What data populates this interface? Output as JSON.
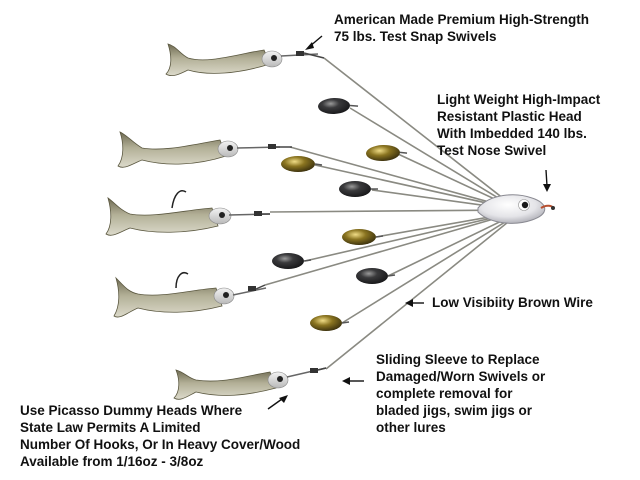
{
  "labels": {
    "swivels": [
      "American Made Premium High-Strength",
      "75 lbs. Test Snap Swivels"
    ],
    "head": [
      "Light Weight High-Impact",
      "Resistant Plastic Head",
      "With Imbedded  140 lbs.",
      "Test Nose Swivel"
    ],
    "wire": [
      "Low Visibiity Brown Wire"
    ],
    "sleeve": [
      "Sliding Sleeve to Replace",
      "Damaged/Worn Swivels or",
      "complete removal for",
      "bladed jigs, swim jigs or",
      "other lures"
    ],
    "dummy": [
      "Use Picasso Dummy Heads Where",
      "State Law Permits A Limited",
      "Number Of Hooks, Or In Heavy Cover/Wood",
      "Available from 1/16oz - 3/8oz"
    ]
  },
  "colors": {
    "wire": "#8a8a82",
    "text": "#111111",
    "bait_body": "#a7a48a",
    "bait_tail": "#6f6a4e",
    "blade_silver": "#2e2e30",
    "blade_gold": "#7a6518",
    "head": "#e2e2e6"
  },
  "parts": {
    "baits": [
      "bait-top",
      "bait-upper",
      "bait-middle",
      "bait-lower",
      "bait-bottom"
    ],
    "blades": [
      "blade-1",
      "blade-2",
      "blade-3",
      "blade-4",
      "blade-5",
      "blade-6",
      "blade-7",
      "blade-8"
    ]
  }
}
